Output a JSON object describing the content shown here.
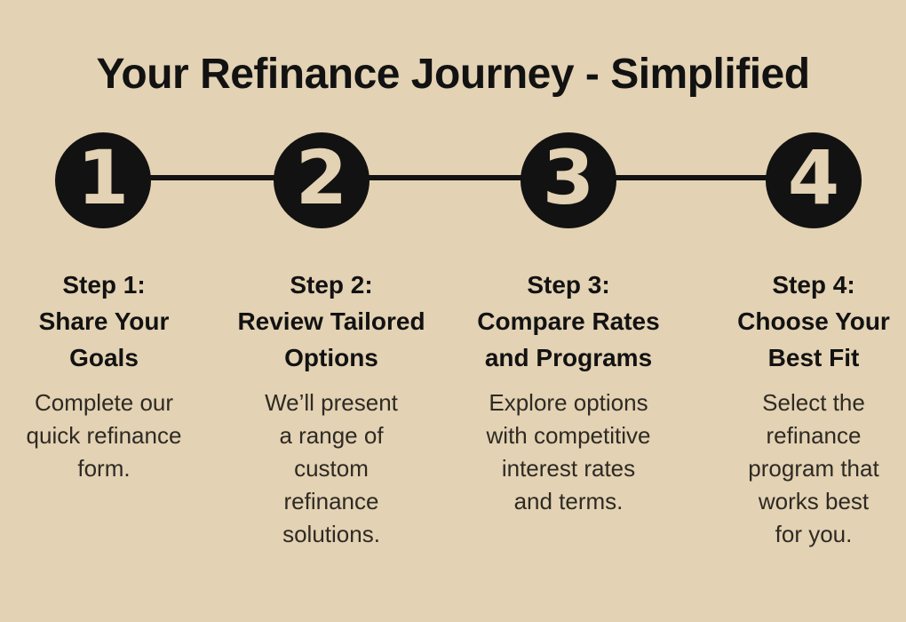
{
  "colors": {
    "background": "#e3d2b3",
    "ink": "#121212",
    "body_text": "#2e2a24"
  },
  "header": {
    "title": "Your Refinance Journey - Simplified"
  },
  "steps": [
    {
      "number": "1",
      "heading": "Step 1:\nShare Your\nGoals",
      "description": "Complete our\nquick refinance\nform."
    },
    {
      "number": "2",
      "heading": "Step 2:\nReview Tailored\nOptions",
      "description": "We’ll present\na range of\ncustom\nrefinance\nsolutions."
    },
    {
      "number": "3",
      "heading": "Step 3:\nCompare Rates\nand Programs",
      "description": "Explore options\nwith competitive\ninterest rates\nand terms."
    },
    {
      "number": "4",
      "heading": "Step 4:\nChoose Your\nBest Fit",
      "description": "Select the\nrefinance\nprogram that\nworks best\nfor you."
    }
  ]
}
